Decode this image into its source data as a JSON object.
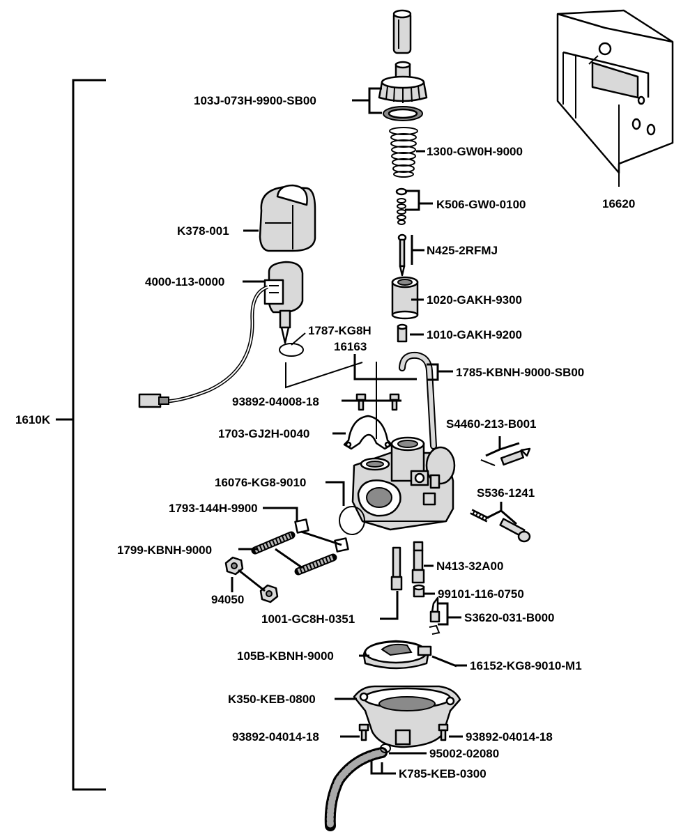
{
  "labels": {
    "p103J": "103J-073H-9900-SB00",
    "p1300": "1300-GW0H-9000",
    "pK506": "K506-GW0-0100",
    "pN425": "N425-2RFMJ",
    "p1020": "1020-GAKH-9300",
    "p1010": "1010-GAKH-9200",
    "p1785": "1785-KBNH-9000-SB00",
    "pK378": "K378-001",
    "p4000": "4000-113-0000",
    "p1787": "1787-KG8H",
    "p16163": "16163",
    "p93892a": "93892-04008-18",
    "p1703": "1703-GJ2H-0040",
    "pS4460": "S4460-213-B001",
    "p16076": "16076-KG8-9010",
    "pS536": "S536-1241",
    "p1793": "1793-144H-9900",
    "p1799": "1799-KBNH-9000",
    "p94050": "94050",
    "pN413": "N413-32A00",
    "p99101": "99101-116-0750",
    "p1001": "1001-GC8H-0351",
    "pS3620": "S3620-031-B000",
    "p105B": "105B-KBNH-9000",
    "p16152": "16152-KG8-9010-M1",
    "pK350": "K350-KEB-0800",
    "p93892b": "93892-04014-18",
    "p93892c": "93892-04014-18",
    "p95002": "95002-02080",
    "pK785": "K785-KEB-0300",
    "p16620": "16620",
    "p1610K": "1610K"
  }
}
